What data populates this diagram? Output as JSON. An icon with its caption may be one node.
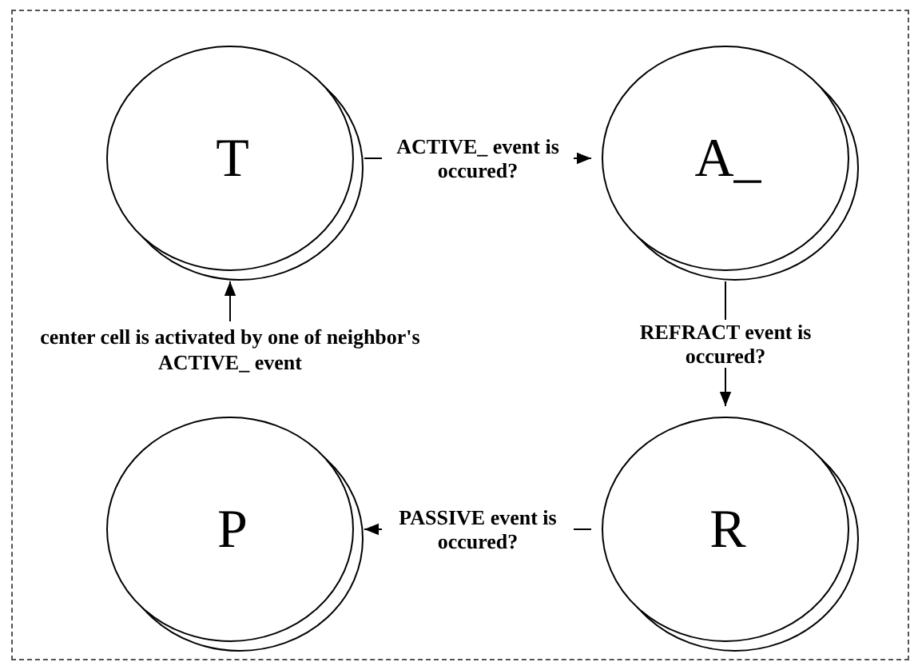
{
  "diagram": {
    "nodes": [
      {
        "text": [
          "T"
        ]
      },
      {
        "text": [
          "A_"
        ]
      },
      {
        "text": [
          "P"
        ]
      },
      {
        "text": [
          "R"
        ]
      },
      {
        "text": [
          "center cell is activated by one of neighbor's ACTIVE_ event"
        ]
      }
    ],
    "edges": [
      {
        "from": 0,
        "to": 1,
        "arrow": "to",
        "label": "ACTIVE_ event is occured?"
      },
      {
        "from": 1,
        "to": 3,
        "arrow": "to",
        "label": "REFRACT event is occured?"
      },
      {
        "from": 3,
        "to": 2,
        "arrow": "to",
        "label": "PASSIVE event is occured?"
      },
      {
        "from": 4,
        "to": 0,
        "arrow": "to"
      }
    ]
  }
}
